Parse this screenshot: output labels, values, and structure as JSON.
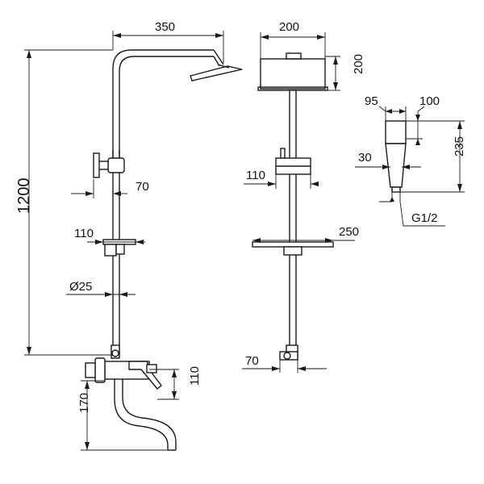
{
  "dimensions": {
    "width_rail_to_head": "350",
    "total_height": "1200",
    "valve_offset": "70",
    "holder_width_side": "110",
    "pipe_diameter": "Ø25",
    "mixer_height": "110",
    "spout_height": "170",
    "head_width": "200",
    "head_depth": "200",
    "holder_width_front": "110",
    "shelf_width": "250",
    "wall_offset": "70",
    "hand_shower_head": "95",
    "hand_shower_depth": "100",
    "hand_shower_length": "235",
    "hand_shower_handle": "30",
    "thread": "G1/2"
  },
  "colors": {
    "line": "#1a1a1a",
    "background": "#ffffff"
  }
}
